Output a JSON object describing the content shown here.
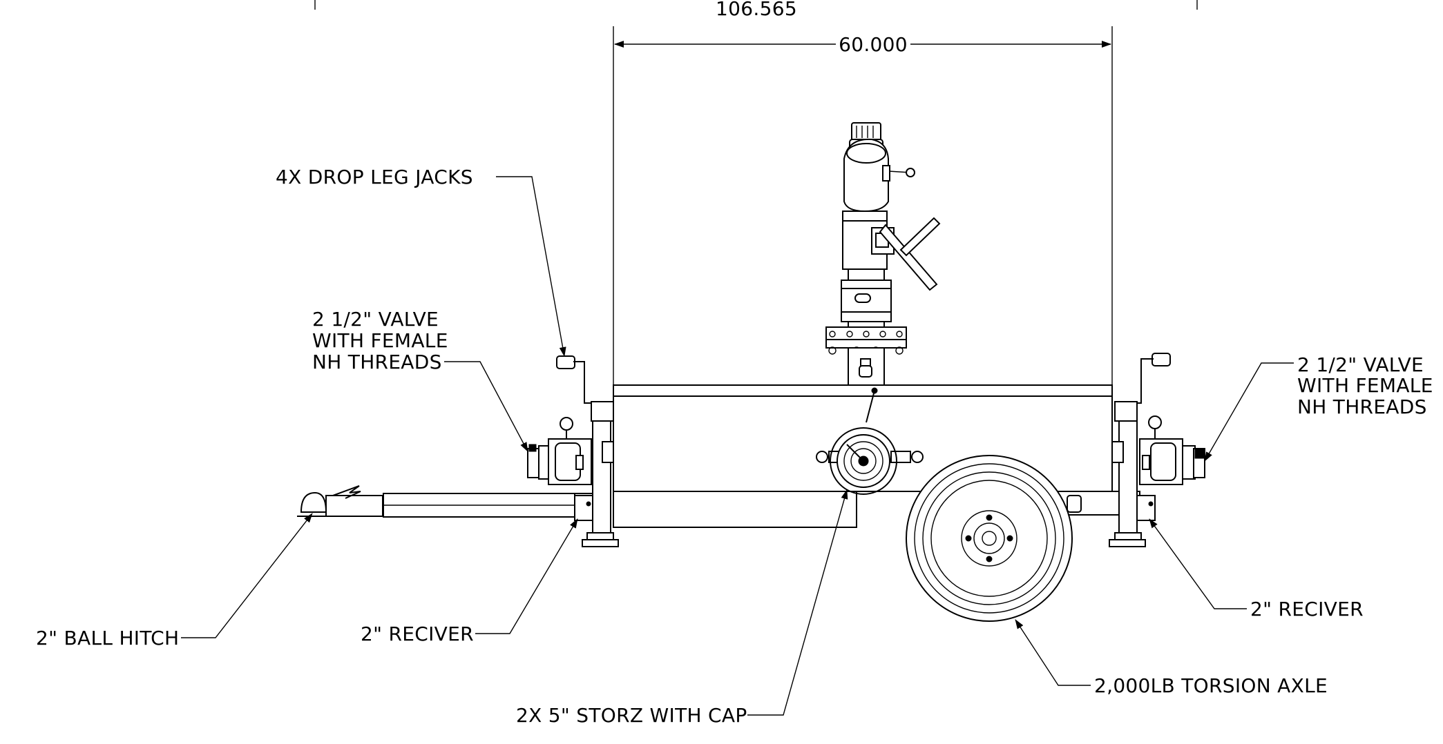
{
  "dimensions": {
    "overall_width": "106.565",
    "inner_width": "60.000"
  },
  "callouts": {
    "drop_leg_jacks": "4X DROP LEG JACKS",
    "valve_left": [
      "2 1/2\" VALVE",
      "WITH FEMALE",
      "NH THREADS"
    ],
    "valve_right": [
      "2 1/2\" VALVE",
      "WITH FEMALE",
      "NH THREADS"
    ],
    "ball_hitch": "2\" BALL HITCH",
    "receiver_left": "2\" RECIVER",
    "receiver_right": "2\" RECIVER",
    "storz": "2X 5\" STORZ WITH CAP",
    "torsion_axle": "2,000LB TORSION AXLE"
  }
}
